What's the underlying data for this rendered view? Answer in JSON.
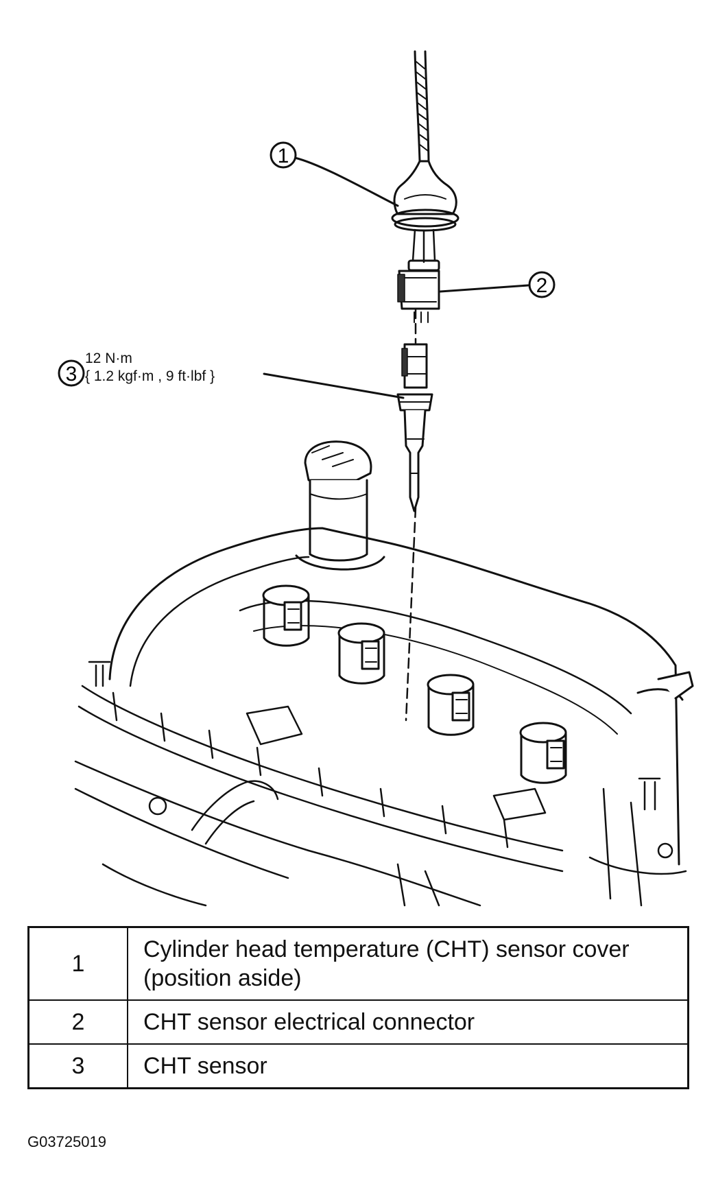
{
  "callouts": [
    {
      "number": "1"
    },
    {
      "number": "2"
    },
    {
      "number": "3"
    }
  ],
  "torque": {
    "line1": "12 N·m",
    "line2": "{ 1.2 kgf·m , 9 ft·lbf }"
  },
  "legend": [
    {
      "number": "1",
      "description": "Cylinder head temperature (CHT) sensor cover (position aside)"
    },
    {
      "number": "2",
      "description": "CHT sensor electrical connector"
    },
    {
      "number": "3",
      "description": "CHT sensor"
    }
  ],
  "figure_id": "G03725019"
}
